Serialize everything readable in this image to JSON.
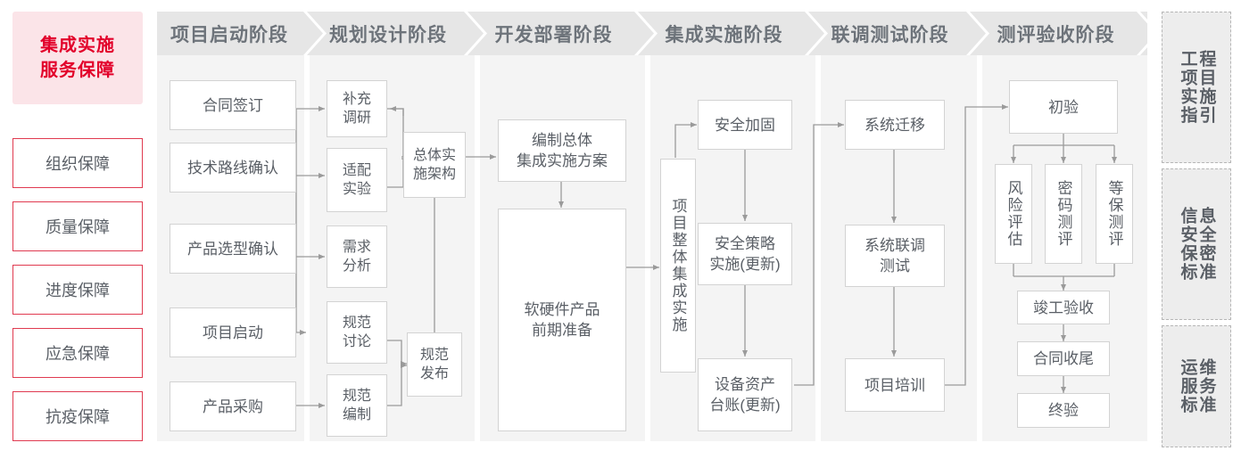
{
  "guarantee": {
    "title": "集成实施\n服务保障",
    "title_line1": "集成实施",
    "title_line2": "服务保障",
    "items": [
      {
        "label": "组织保障"
      },
      {
        "label": "质量保障"
      },
      {
        "label": "进度保障"
      },
      {
        "label": "应急保障"
      },
      {
        "label": "抗疫保障"
      }
    ],
    "accent_color": "#e2002a",
    "border_color": "#e03a50",
    "title_bg": "#fbe4e8"
  },
  "phases": [
    {
      "header": "项目启动阶段",
      "nodes": [
        {
          "label": "合同签订"
        },
        {
          "label": "技术路线确认"
        },
        {
          "label": "产品选型确认"
        },
        {
          "label": "项目启动"
        },
        {
          "label": "产品采购"
        }
      ]
    },
    {
      "header": "规划设计阶段",
      "nodes": [
        {
          "label": "补充\n调研",
          "l1": "补充",
          "l2": "调研"
        },
        {
          "label": "适配\n实验",
          "l1": "适配",
          "l2": "实验"
        },
        {
          "label": "需求\n分析",
          "l1": "需求",
          "l2": "分析"
        },
        {
          "label": "规范\n讨论",
          "l1": "规范",
          "l2": "讨论"
        },
        {
          "label": "规范\n编制",
          "l1": "规范",
          "l2": "编制"
        },
        {
          "label": "总体实\n施架构",
          "l1": "总体实",
          "l2": "施架构"
        },
        {
          "label": "规范\n发布",
          "l1": "规范",
          "l2": "发布"
        }
      ]
    },
    {
      "header": "开发部署阶段",
      "nodes": [
        {
          "label": "编制总体\n集成实施方案",
          "l1": "编制总体",
          "l2": "集成实施方案"
        },
        {
          "label": "软硬件产品\n前期准备",
          "l1": "软硬件产品",
          "l2": "前期准备"
        }
      ]
    },
    {
      "header": "集成实施阶段",
      "nodes": [
        {
          "label": "项目整体集成实施"
        },
        {
          "label": "安全加固"
        },
        {
          "label": "安全策略\n实施(更新)",
          "l1": "安全策略",
          "l2": "实施(更新)"
        },
        {
          "label": "设备资产\n台账(更新)",
          "l1": "设备资产",
          "l2": "台账(更新)"
        }
      ]
    },
    {
      "header": "联调测试阶段",
      "nodes": [
        {
          "label": "系统迁移"
        },
        {
          "label": "系统联调\n测试",
          "l1": "系统联调",
          "l2": "测试"
        },
        {
          "label": "项目培训"
        }
      ]
    },
    {
      "header": "测评验收阶段",
      "nodes": [
        {
          "label": "初验"
        },
        {
          "label": "风险评估"
        },
        {
          "label": "密码测评"
        },
        {
          "label": "等保测评"
        },
        {
          "label": "竣工验收"
        },
        {
          "label": "合同收尾"
        },
        {
          "label": "终验"
        }
      ]
    }
  ],
  "standards": [
    {
      "right": "程目施引",
      "left": "工项实指",
      "full": "工程项目实施指引"
    },
    {
      "right": "息全密准",
      "left": "信安保标",
      "full": "信息安全保密标准"
    },
    {
      "right": "维务准",
      "left": "运服标",
      "full": "运维服务标准"
    }
  ],
  "colors": {
    "header_bg": "#e6e6e6",
    "column_bg": "#f4f4f4",
    "node_border": "#d3d3d3",
    "text": "#5a5f66",
    "wire": "#9a9a9a",
    "rail_bg": "#ededed",
    "rail_border": "#b6b6b6"
  }
}
